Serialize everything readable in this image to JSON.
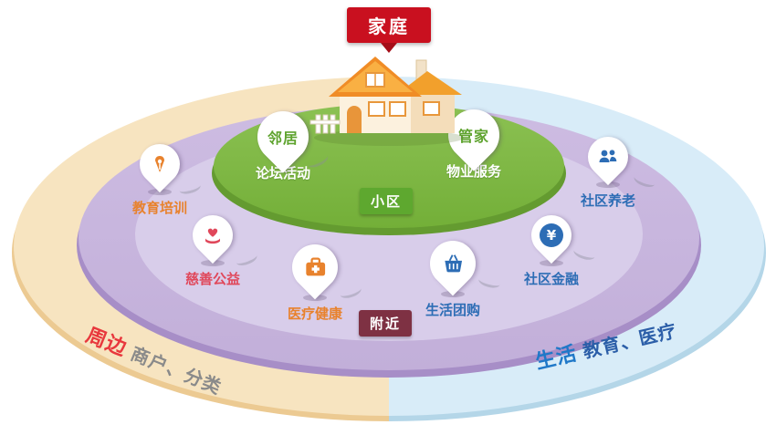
{
  "title_banner": {
    "label": "家庭"
  },
  "inner_circle": {
    "tag": "小区",
    "neighbor_pin": {
      "label": "邻居",
      "sub_label": "论坛活动"
    },
    "butler_pin": {
      "label": "管家",
      "sub_label": "物业服务"
    }
  },
  "middle_ring": {
    "tag": "附近",
    "pins": [
      {
        "label": "教育培训",
        "icon": "pen-icon",
        "color": "#e8822d"
      },
      {
        "label": "慈善公益",
        "icon": "heart-hands-icon",
        "color": "#e0475a"
      },
      {
        "label": "医疗健康",
        "icon": "medkit-icon",
        "color": "#e8822d"
      },
      {
        "label": "生活团购",
        "icon": "basket-icon",
        "color": "#2d6db5"
      },
      {
        "label": "社区金融",
        "icon": "yuan-icon",
        "symbol": "¥",
        "color": "#2d6db5"
      },
      {
        "label": "社区养老",
        "icon": "people-icon",
        "color": "#2d6db5"
      }
    ]
  },
  "outer_ring": {
    "left_arc": {
      "highlight": "周边",
      "text": "商户、分类",
      "highlight_color": "#e8383d",
      "text_color": "#8a8a8a"
    },
    "right_arc": {
      "highlight": "生活",
      "text": "教育、医疗",
      "highlight_color": "#1f78c8",
      "text_color": "#2b5ea8"
    }
  },
  "colors": {
    "outer_left": "#f7e4c0",
    "outer_right": "#d8ecf8",
    "middle_ring": "#c8b6de",
    "inner_green": "#7cb843",
    "banner_red": "#c9101f",
    "tag_green": "#5ea82f",
    "tag_maroon": "#7e3143"
  }
}
